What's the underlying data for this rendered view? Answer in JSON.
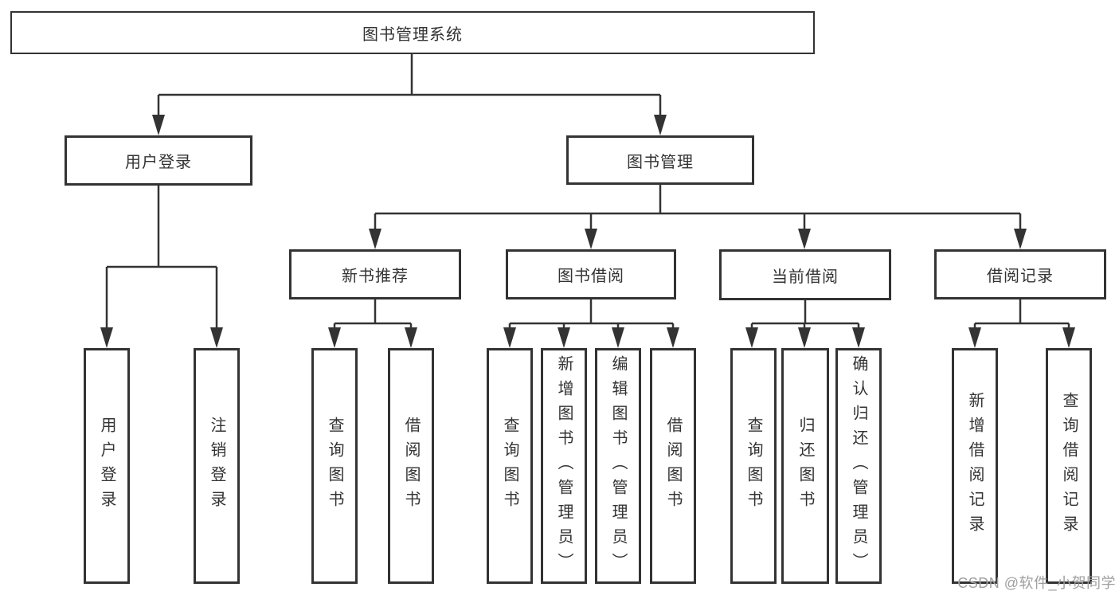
{
  "colors": {
    "line": "#333333",
    "text": "#333333",
    "wm": "#9e9e9e",
    "background": "#ffffff"
  },
  "diagram": {
    "root_label": "图书管理系统",
    "branches": [
      {
        "label": "用户登录",
        "leaves": [
          "用户登录",
          "注销登录"
        ]
      },
      {
        "label": "图书管理",
        "groups": [
          {
            "label": "新书推荐",
            "leaves": [
              "查询图书",
              "借阅图书"
            ]
          },
          {
            "label": "图书借阅",
            "leaves": [
              "查询图书",
              "新增图书（管理员）",
              "编辑图书（管理员）",
              "借阅图书"
            ]
          },
          {
            "label": "当前借阅",
            "leaves": [
              "查询图书",
              "归还图书",
              "确认归还（管理员）"
            ]
          },
          {
            "label": "借阅记录",
            "leaves": [
              "新增借阅记录",
              "查询借阅记录"
            ]
          }
        ]
      }
    ],
    "watermark": "CSDN @软件_小贺同学"
  }
}
